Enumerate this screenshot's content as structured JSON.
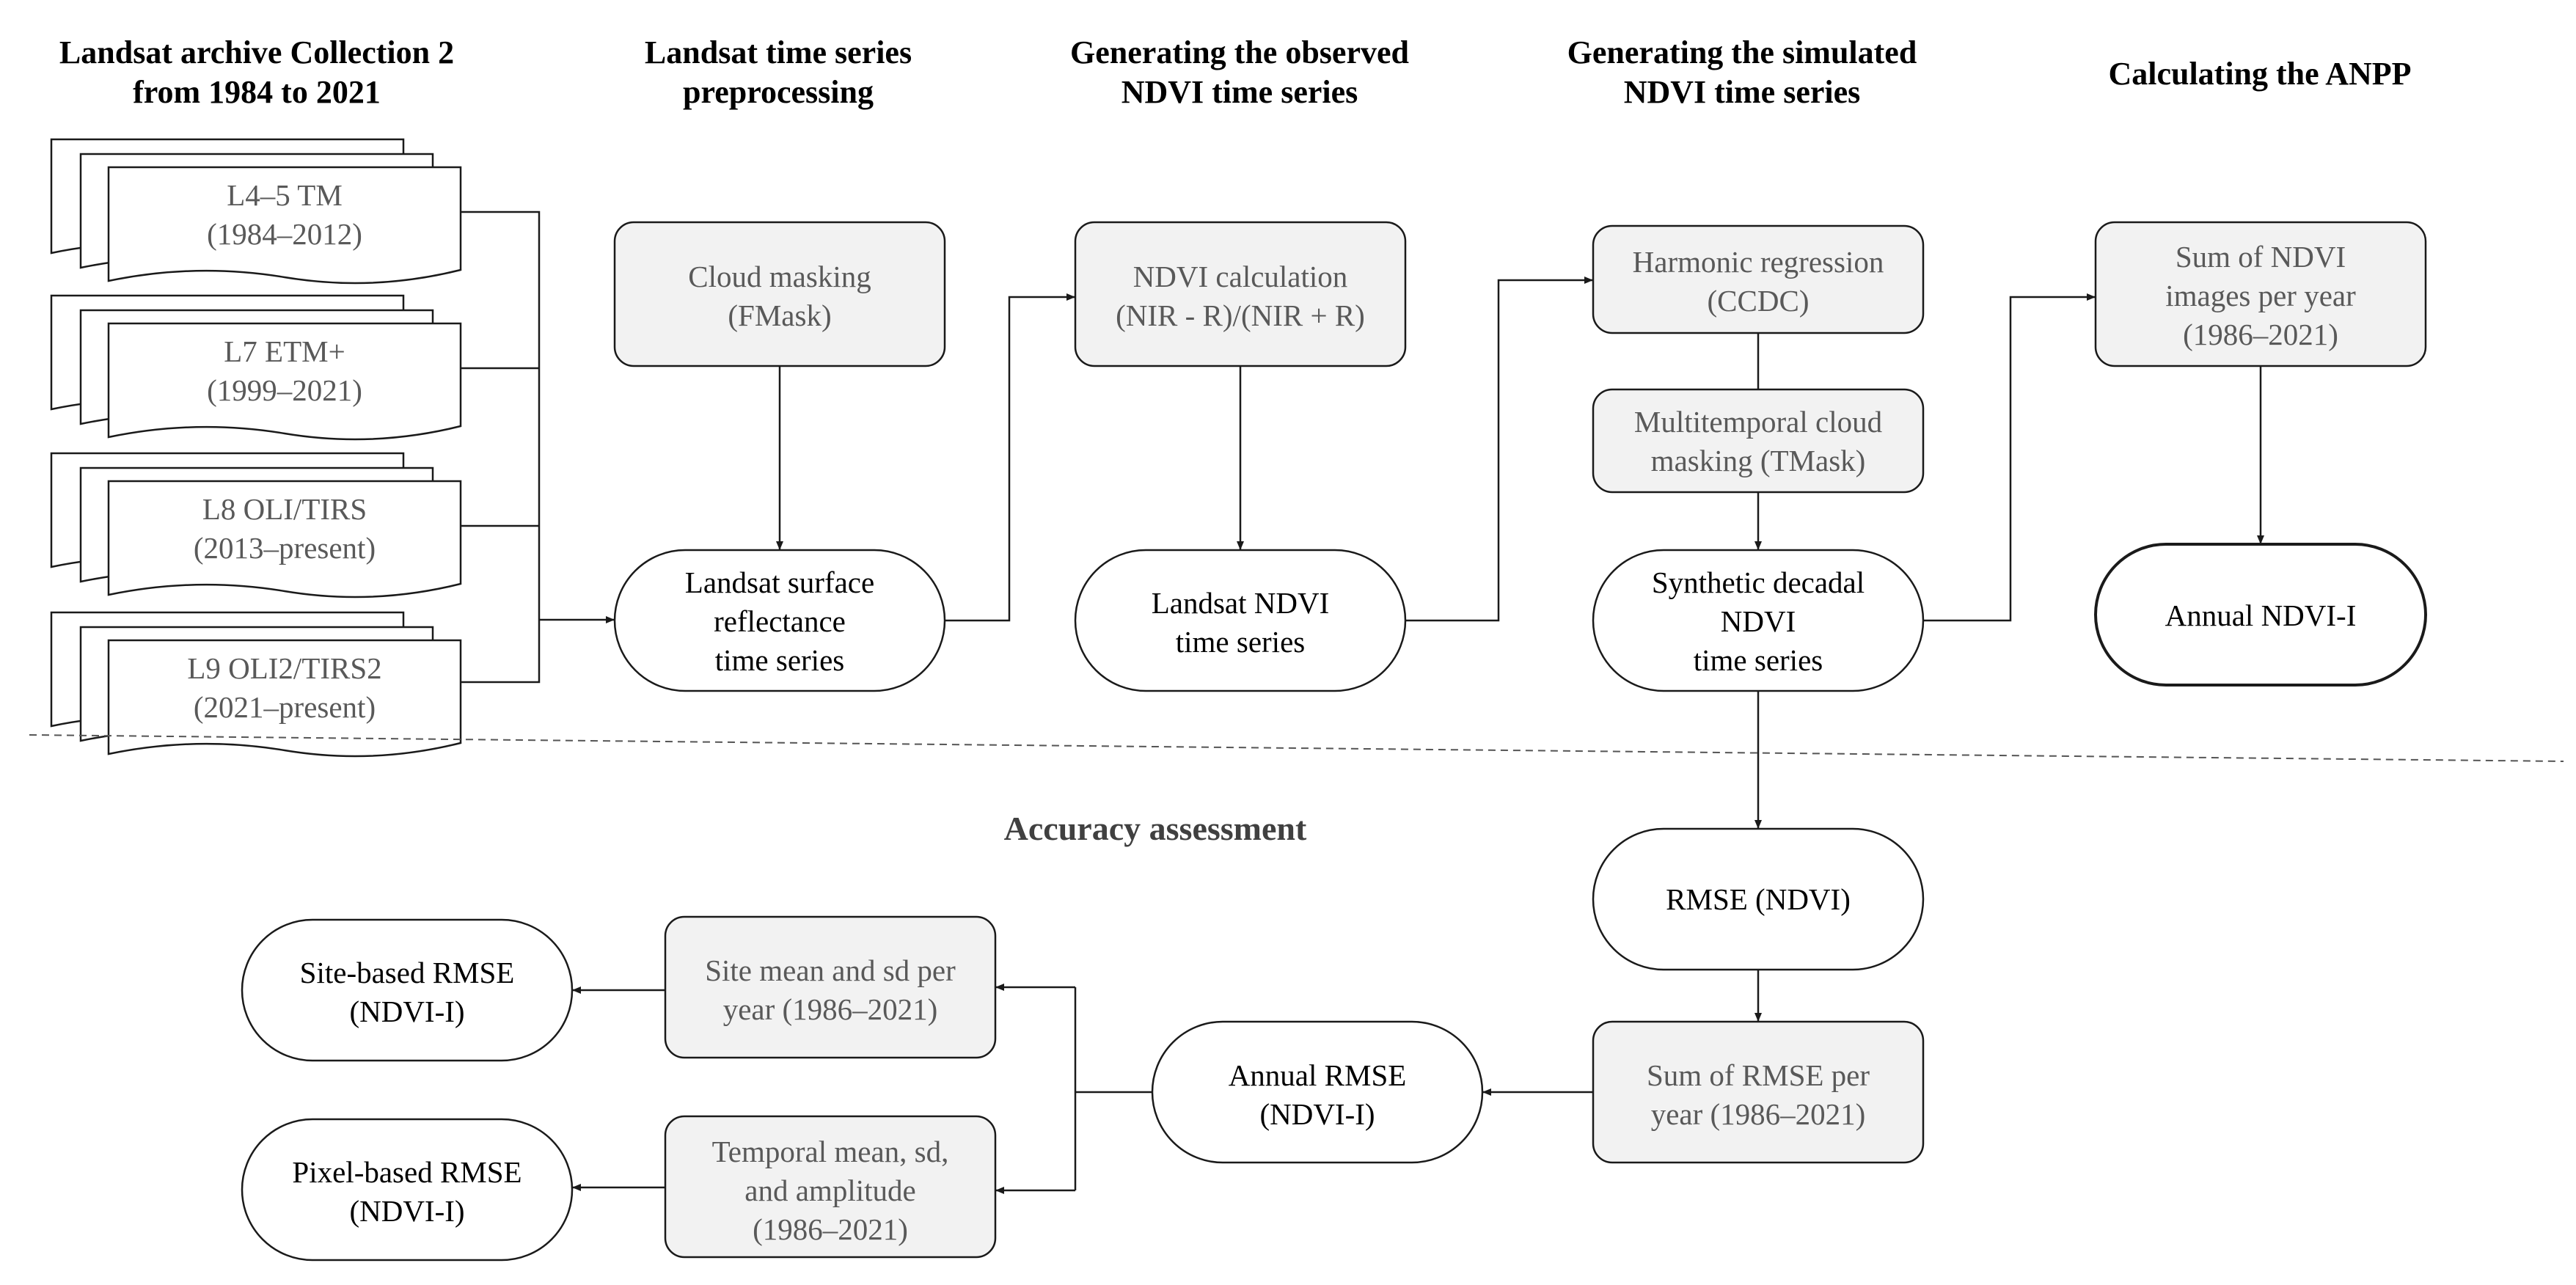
{
  "headers": [
    {
      "lines": [
        "Landsat archive Collection 2",
        "from 1984 to 2021"
      ]
    },
    {
      "lines": [
        "Landsat time series",
        "preprocessing"
      ]
    },
    {
      "lines": [
        "Generating the observed",
        "NDVI time series"
      ]
    },
    {
      "lines": [
        "Generating the simulated",
        "NDVI time series"
      ]
    },
    {
      "lines": [
        "Calculating the ANPP"
      ]
    }
  ],
  "sensors": [
    {
      "lines": [
        "L4–5 TM",
        "(1984–2012)"
      ]
    },
    {
      "lines": [
        "L7 ETM+",
        "(1999–2021)"
      ]
    },
    {
      "lines": [
        "L8 OLI/TIRS",
        "(2013–present)"
      ]
    },
    {
      "lines": [
        "L9 OLI2/TIRS2",
        "(2021–present)"
      ]
    }
  ],
  "processes": {
    "cloud_masking": {
      "lines": [
        "Cloud masking",
        "(FMask)"
      ]
    },
    "ndvi_calc": {
      "lines": [
        "NDVI calculation",
        "(NIR - R)/(NIR + R)"
      ]
    },
    "harmonic": {
      "lines": [
        "Harmonic regression",
        "(CCDC)"
      ]
    },
    "tmask": {
      "lines": [
        "Multitemporal cloud",
        "masking (TMask)"
      ]
    },
    "sum_ndvi": {
      "lines": [
        "Sum of NDVI",
        "images per year",
        "(1986–2021)"
      ]
    },
    "sum_rmse": {
      "lines": [
        "Sum of RMSE per",
        "year (1986–2021)"
      ]
    },
    "site_mean": {
      "lines": [
        "Site mean and sd per",
        "year (1986–2021)"
      ]
    },
    "temporal_mean": {
      "lines": [
        "Temporal mean, sd,",
        "and amplitude",
        "(1986–2021)"
      ]
    }
  },
  "outputs": {
    "sr_ts": {
      "lines": [
        "Landsat surface",
        "reflectance",
        "time series"
      ]
    },
    "ndvi_ts": {
      "lines": [
        "Landsat NDVI",
        "time series"
      ]
    },
    "synthetic": {
      "lines": [
        "Synthetic decadal",
        "NDVI",
        "time series"
      ]
    },
    "annual_ndvi": {
      "lines": [
        "Annual NDVI-I"
      ]
    },
    "rmse_ndvi": {
      "lines": [
        "RMSE (NDVI)"
      ]
    },
    "annual_rmse": {
      "lines": [
        "Annual RMSE",
        "(NDVI-I)"
      ]
    },
    "site_rmse": {
      "lines": [
        "Site-based RMSE",
        "(NDVI-I)"
      ]
    },
    "pixel_rmse": {
      "lines": [
        "Pixel-based RMSE",
        "(NDVI-I)"
      ]
    }
  },
  "accuracy_title": "Accuracy assessment",
  "colors": {
    "process_fill": "#f2f2f2",
    "output_fill": "#ffffff",
    "stroke": "#1a1a1a",
    "process_text": "#595959",
    "output_text": "#000000",
    "divider": "#555555"
  }
}
